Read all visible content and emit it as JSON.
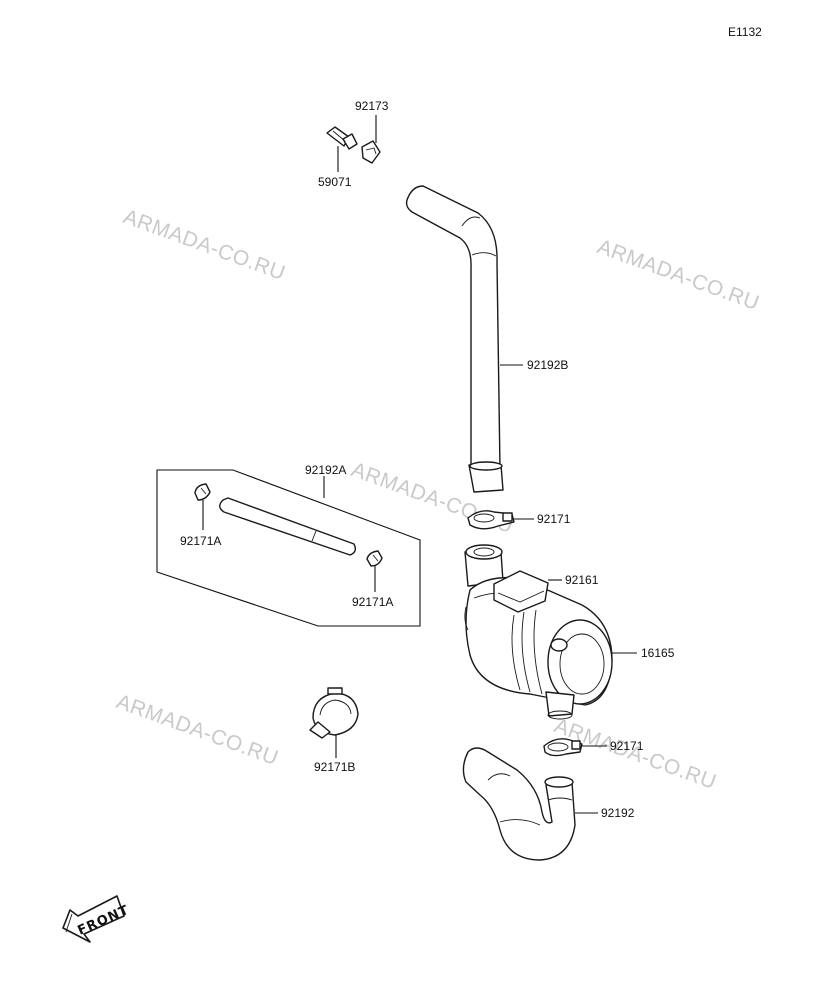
{
  "diagram_code": "E1132",
  "watermark_text": "ARMADA-CO.RU",
  "front_arrow_text": "FRONT",
  "callouts": {
    "p92173": "92173",
    "p59071": "59071",
    "p92192B": "92192B",
    "p92192A": "92192A",
    "p92171_top": "92171",
    "p92171A_left": "92171A",
    "p92171A_right": "92171A",
    "p92161": "92161",
    "p16165": "16165",
    "p92171B": "92171B",
    "p92171_bottom": "92171",
    "p92192": "92192"
  },
  "colors": {
    "line": "#111111",
    "watermark": "#c9c9c9",
    "background": "#ffffff"
  }
}
